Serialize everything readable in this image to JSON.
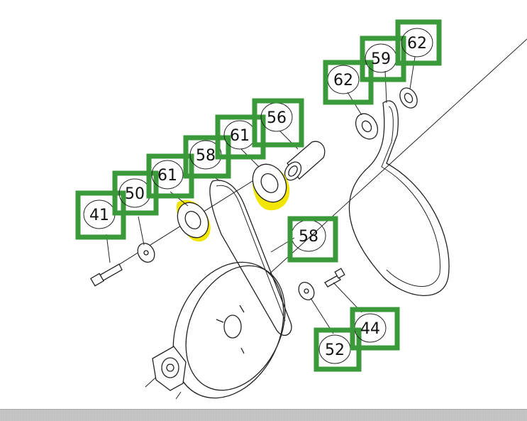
{
  "colors": {
    "box": "#3a9a3a",
    "highlight": "#f2e600",
    "line": "#222222"
  },
  "callouts": [
    {
      "id": "c41",
      "label": "41"
    },
    {
      "id": "c50",
      "label": "50"
    },
    {
      "id": "c61a",
      "label": "61"
    },
    {
      "id": "c58a",
      "label": "58"
    },
    {
      "id": "c61b",
      "label": "61"
    },
    {
      "id": "c56",
      "label": "56"
    },
    {
      "id": "c62a",
      "label": "62"
    },
    {
      "id": "c59",
      "label": "59"
    },
    {
      "id": "c62b",
      "label": "62"
    },
    {
      "id": "c58b",
      "label": "58"
    },
    {
      "id": "c52",
      "label": "52"
    },
    {
      "id": "c44",
      "label": "44"
    }
  ],
  "highlighted_parts": [
    "washer-61-lower",
    "washer-61-upper"
  ]
}
